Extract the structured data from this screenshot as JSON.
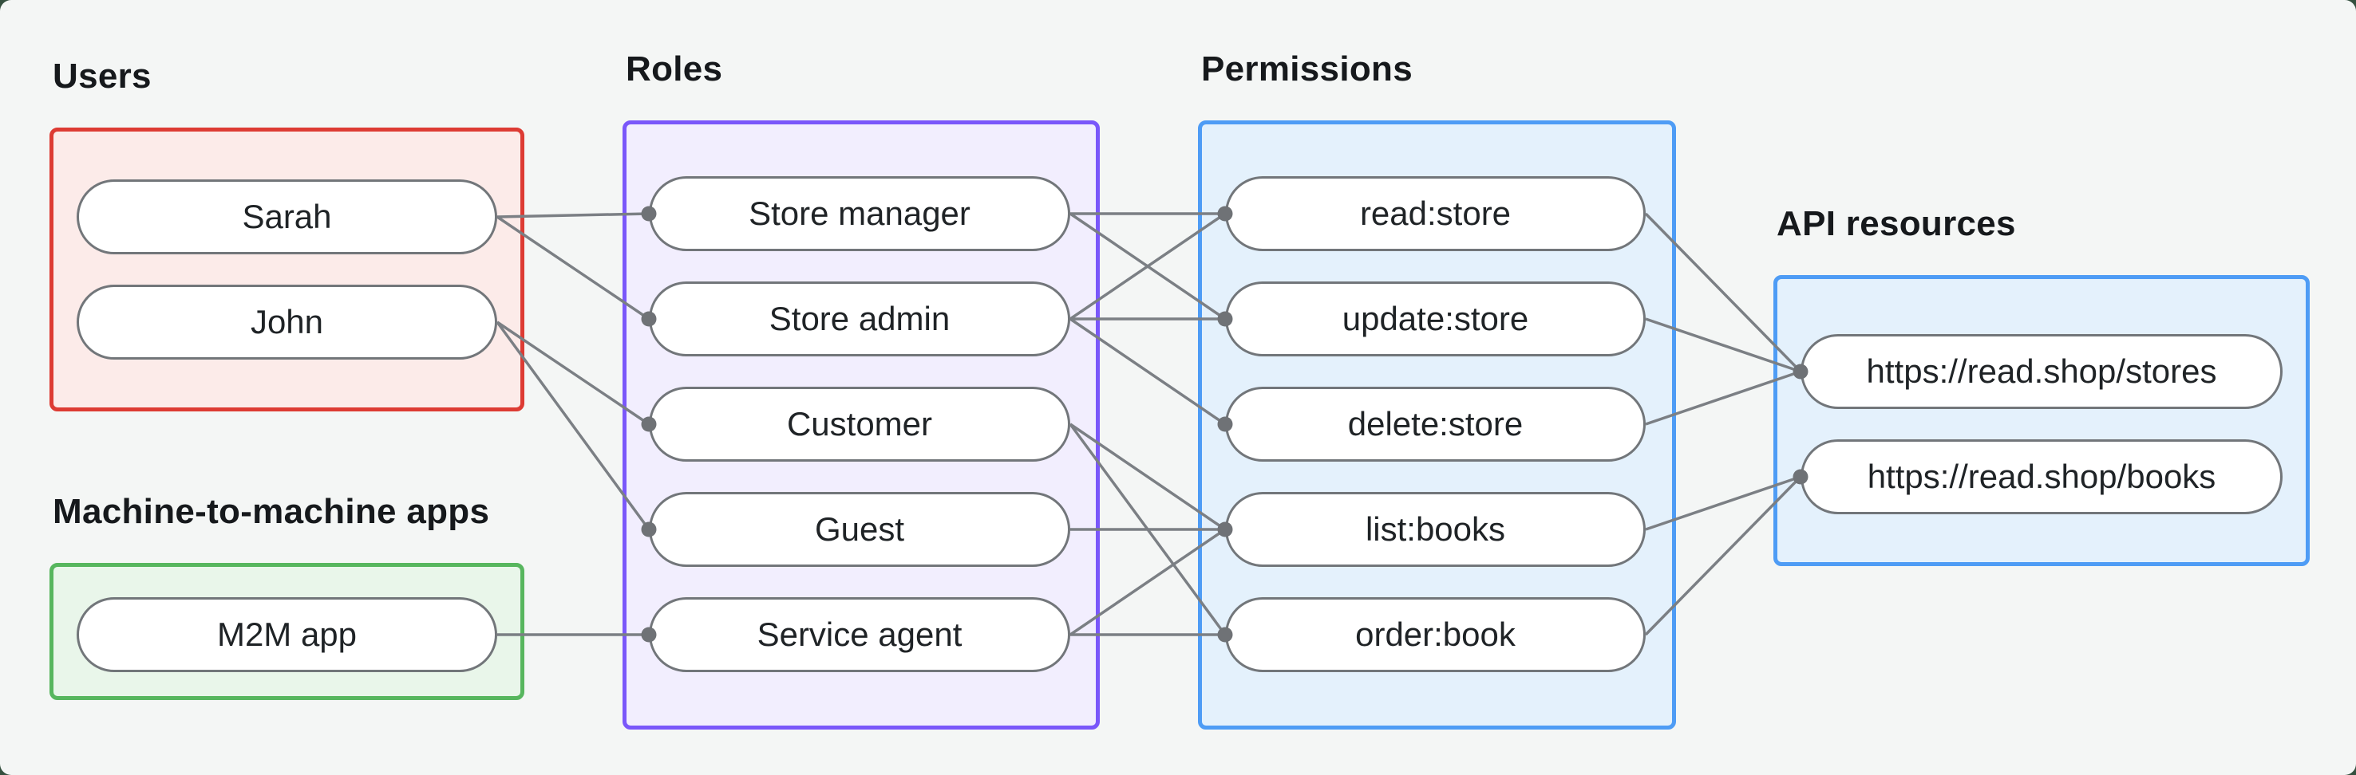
{
  "page": {
    "background": "#f4f6f5",
    "outer_background": "#35503f"
  },
  "diagram": {
    "groups": [
      {
        "id": "users",
        "label": "Users",
        "border_color": "#dd3b33",
        "fill_color": "#fcebe9",
        "nodes": [
          {
            "id": "sarah",
            "label": "Sarah"
          },
          {
            "id": "john",
            "label": "John"
          }
        ]
      },
      {
        "id": "m2m",
        "label": "Machine-to-machine apps",
        "border_color": "#57b65e",
        "fill_color": "#e9f6ea",
        "nodes": [
          {
            "id": "m2m_app",
            "label": "M2M app"
          }
        ]
      },
      {
        "id": "roles",
        "label": "Roles",
        "border_color": "#7a57fa",
        "fill_color": "#f2eefe",
        "nodes": [
          {
            "id": "store_manager",
            "label": "Store manager"
          },
          {
            "id": "store_admin",
            "label": "Store admin"
          },
          {
            "id": "customer",
            "label": "Customer"
          },
          {
            "id": "guest",
            "label": "Guest"
          },
          {
            "id": "service_agent",
            "label": "Service agent"
          }
        ]
      },
      {
        "id": "permissions",
        "label": "Permissions",
        "border_color": "#4e9cf5",
        "fill_color": "#e4f1fc",
        "nodes": [
          {
            "id": "read_store",
            "label": "read:store"
          },
          {
            "id": "update_store",
            "label": "update:store"
          },
          {
            "id": "delete_store",
            "label": "delete:store"
          },
          {
            "id": "list_books",
            "label": "list:books"
          },
          {
            "id": "order_book",
            "label": "order:book"
          }
        ]
      },
      {
        "id": "api",
        "label": "API resources",
        "border_color": "#4e9cf5",
        "fill_color": "#e4f1fc",
        "nodes": [
          {
            "id": "stores_api",
            "label": "https://read.shop/stores"
          },
          {
            "id": "books_api",
            "label": "https://read.shop/books"
          }
        ]
      }
    ],
    "edges": [
      [
        "sarah",
        "store_manager"
      ],
      [
        "sarah",
        "store_admin"
      ],
      [
        "john",
        "customer"
      ],
      [
        "john",
        "guest"
      ],
      [
        "m2m_app",
        "service_agent"
      ],
      [
        "store_manager",
        "read_store"
      ],
      [
        "store_manager",
        "update_store"
      ],
      [
        "store_admin",
        "read_store"
      ],
      [
        "store_admin",
        "update_store"
      ],
      [
        "store_admin",
        "delete_store"
      ],
      [
        "customer",
        "list_books"
      ],
      [
        "customer",
        "order_book"
      ],
      [
        "guest",
        "list_books"
      ],
      [
        "service_agent",
        "list_books"
      ],
      [
        "service_agent",
        "order_book"
      ],
      [
        "read_store",
        "stores_api"
      ],
      [
        "update_store",
        "stores_api"
      ],
      [
        "delete_store",
        "stores_api"
      ],
      [
        "list_books",
        "books_api"
      ],
      [
        "order_book",
        "books_api"
      ]
    ],
    "edge_style": {
      "line_color": "#7b7f84",
      "dot_color": "#6f7276"
    },
    "node_style": {
      "border_color": "#72767a",
      "fill_color": "#ffffff",
      "text_color": "#1f2326"
    }
  }
}
